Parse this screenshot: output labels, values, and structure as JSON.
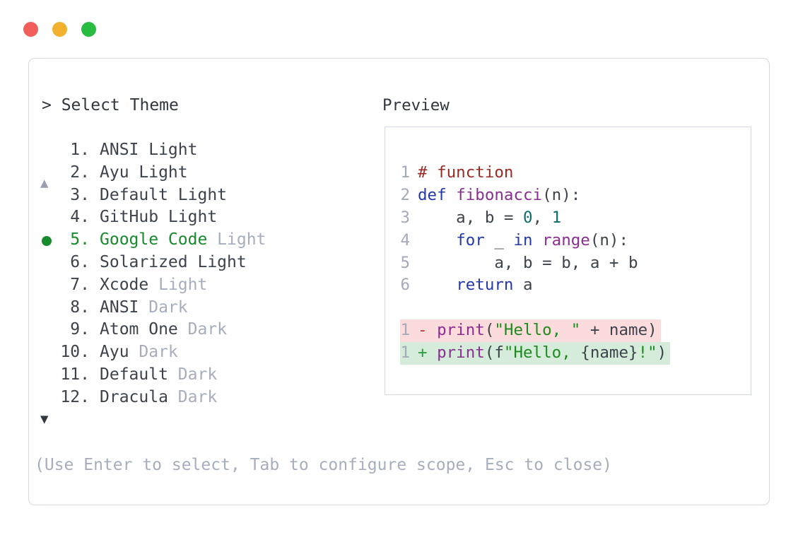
{
  "colors": {
    "text_dark": "#30373f",
    "text_main": "#3d434c",
    "muted": "#a6aebd",
    "muted_arrow": "#96a0b1",
    "lineno": "#a2aabb",
    "border": "#d5d9e1",
    "green_sel": "#178a2c",
    "plain": "#3d434c",
    "comment": "#9b2a24",
    "keyword": "#2438ad",
    "title": "#8b2e92",
    "number": "#0e6e6e",
    "string": "#1f8a1f",
    "minus": "#c33434",
    "plus": "#2c9c3e",
    "removed_bg": "#fbdbdb",
    "added_bg": "#d4ecd9",
    "light_red": "#f15e5c",
    "light_yellow": "#f1b12e",
    "light_green": "#27bd41"
  },
  "window": {
    "traffic_lights": [
      {
        "name": "close",
        "color_key": "light_red"
      },
      {
        "name": "minimize",
        "color_key": "light_yellow"
      },
      {
        "name": "zoom",
        "color_key": "light_green"
      }
    ]
  },
  "selector": {
    "prompt": "> Select Theme",
    "up_arrow": "▲",
    "down_arrow": "▼",
    "items": [
      {
        "number": "1.",
        "name": "ANSI Light",
        "suffix": ""
      },
      {
        "number": "2.",
        "name": "Ayu Light",
        "suffix": ""
      },
      {
        "number": "3.",
        "name": "Default Light",
        "suffix": ""
      },
      {
        "number": "4.",
        "name": "GitHub Light",
        "suffix": ""
      },
      {
        "number": "5.",
        "name": "Google Code",
        "suffix": " Light",
        "selected": true
      },
      {
        "number": "6.",
        "name": "Solarized Light",
        "suffix": ""
      },
      {
        "number": "7.",
        "name": "Xcode",
        "suffix": " Light"
      },
      {
        "number": "8.",
        "name": "ANSI",
        "suffix": " Dark"
      },
      {
        "number": "9.",
        "name": "Atom One",
        "suffix": " Dark"
      },
      {
        "number": "10.",
        "name": "Ayu",
        "suffix": " Dark"
      },
      {
        "number": "11.",
        "name": "Default",
        "suffix": " Dark"
      },
      {
        "number": "12.",
        "name": "Dracula",
        "suffix": " Dark"
      }
    ],
    "hint": "(Use Enter to select, Tab to configure scope, Esc to close)"
  },
  "preview": {
    "label": "Preview",
    "code_lines": [
      {
        "num": "1",
        "tokens": [
          {
            "t": "# function",
            "c": "comment"
          }
        ]
      },
      {
        "num": "2",
        "tokens": [
          {
            "t": "def",
            "c": "keyword"
          },
          {
            "t": " ",
            "c": "plain"
          },
          {
            "t": "fibonacci",
            "c": "title"
          },
          {
            "t": "(n):",
            "c": "plain"
          }
        ]
      },
      {
        "num": "3",
        "tokens": [
          {
            "t": "    a, b = ",
            "c": "plain"
          },
          {
            "t": "0",
            "c": "number"
          },
          {
            "t": ", ",
            "c": "plain"
          },
          {
            "t": "1",
            "c": "number"
          }
        ]
      },
      {
        "num": "4",
        "tokens": [
          {
            "t": "    ",
            "c": "plain"
          },
          {
            "t": "for",
            "c": "keyword"
          },
          {
            "t": " _ ",
            "c": "plain"
          },
          {
            "t": "in",
            "c": "keyword"
          },
          {
            "t": " ",
            "c": "plain"
          },
          {
            "t": "range",
            "c": "title"
          },
          {
            "t": "(n):",
            "c": "plain"
          }
        ]
      },
      {
        "num": "5",
        "tokens": [
          {
            "t": "        a, b = b, a + b",
            "c": "plain"
          }
        ]
      },
      {
        "num": "6",
        "tokens": [
          {
            "t": "    ",
            "c": "plain"
          },
          {
            "t": "return",
            "c": "keyword"
          },
          {
            "t": " a",
            "c": "plain"
          }
        ]
      }
    ],
    "diff_lines": [
      {
        "num": "1",
        "kind": "removed",
        "tokens": [
          {
            "t": "- ",
            "c": "minus"
          },
          {
            "t": "print",
            "c": "title"
          },
          {
            "t": "(",
            "c": "plain"
          },
          {
            "t": "\"Hello, \"",
            "c": "string"
          },
          {
            "t": " + name)",
            "c": "plain"
          }
        ]
      },
      {
        "num": "1",
        "kind": "added",
        "tokens": [
          {
            "t": "+ ",
            "c": "plus"
          },
          {
            "t": "print",
            "c": "title"
          },
          {
            "t": "(f",
            "c": "plain"
          },
          {
            "t": "\"Hello, ",
            "c": "string"
          },
          {
            "t": "{name}",
            "c": "plain"
          },
          {
            "t": "!\"",
            "c": "string"
          },
          {
            "t": ")",
            "c": "plain"
          }
        ]
      }
    ]
  }
}
